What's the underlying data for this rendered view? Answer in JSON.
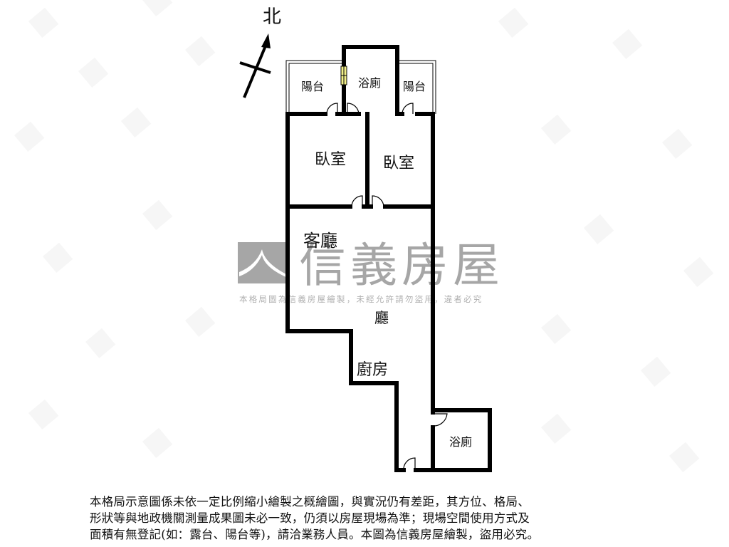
{
  "compass": {
    "label": "北",
    "icon": "north-arrow-icon"
  },
  "rooms": {
    "balcony_left": "陽台",
    "bathroom_top": "浴廁",
    "balcony_right": "陽台",
    "bedroom_left": "臥室",
    "bedroom_right": "臥室",
    "living_room": "客廳",
    "dining_hall": "廳",
    "kitchen": "廚房",
    "bathroom_bottom": "浴廁"
  },
  "watermark": {
    "brand": "信義房屋",
    "notice": "本格局圖為信義房屋繪製，未經允許請勿盜用，違者必究",
    "logo_color": "#a6a6a6"
  },
  "disclaimer": {
    "lines": [
      "本格局示意圖係未依一定比例縮小繪製之概繪圖，與實況仍有差距，其方位、格局、",
      "形狀等與地政機關測量成果圖未必一致，仍須以房屋現場為準；現場空間使用方式及",
      "面積有無登記(如：露台、陽台等)，請洽業務人員。本圖為信義房屋繪製，盜用必究。"
    ]
  },
  "colors": {
    "wall": "#000000",
    "window": "#f2f08a",
    "background": "#ffffff"
  }
}
